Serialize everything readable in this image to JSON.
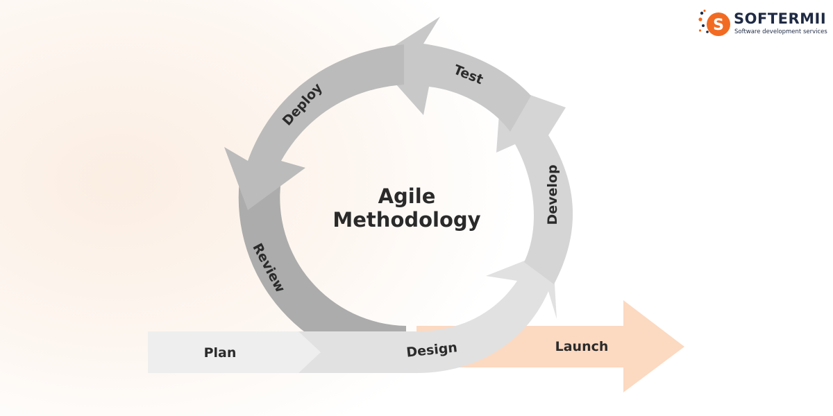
{
  "logo": {
    "name": "SOFTERMII",
    "tagline": "Software development services",
    "mark_letter": "S",
    "mark_color": "#f26b22",
    "text_color": "#1f2a44"
  },
  "diagram": {
    "title_line1": "Agile",
    "title_line2": "Methodology",
    "stages": {
      "plan": "Plan",
      "design": "Design",
      "develop": "Develop",
      "test": "Test",
      "deploy": "Deploy",
      "review": "Review",
      "launch": "Launch"
    },
    "colors": {
      "plan": "#eeeeee",
      "design": "#e1e1e1",
      "develop": "#d5d5d5",
      "test": "#c8c8c8",
      "deploy": "#bbbbbb",
      "review": "#acacac",
      "launch": "#fcd9c1"
    }
  }
}
